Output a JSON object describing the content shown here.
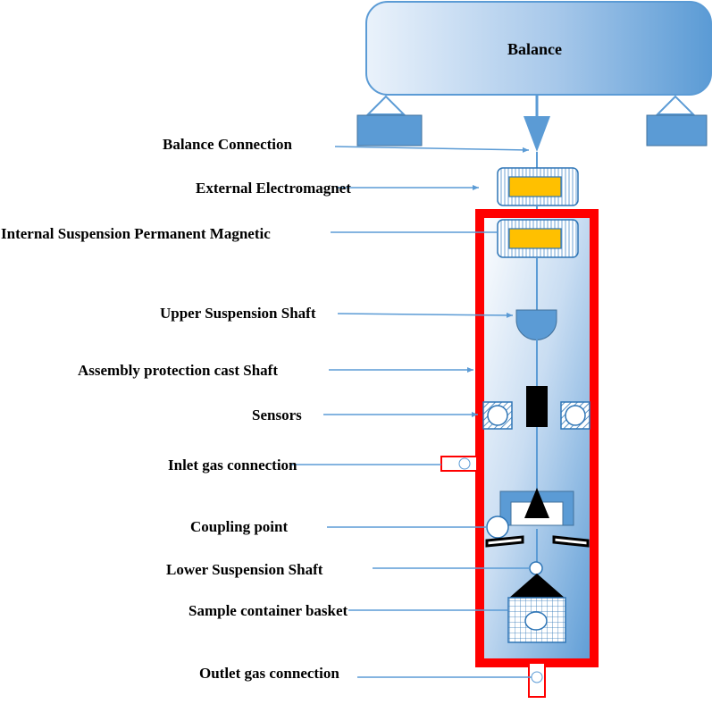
{
  "balance": {
    "label": "Balance"
  },
  "labels": [
    {
      "key": "balance_connection",
      "text": "Balance Connection"
    },
    {
      "key": "external_electromagnet",
      "text": "External Electromagnet"
    },
    {
      "key": "internal_magnet",
      "text": "Internal Suspension Permanent Magnetic"
    },
    {
      "key": "upper_shaft",
      "text": "Upper Suspension Shaft"
    },
    {
      "key": "protection_cast",
      "text": "Assembly protection cast  Shaft"
    },
    {
      "key": "sensors",
      "text": "Sensors"
    },
    {
      "key": "inlet_gas",
      "text": "Inlet gas connection"
    },
    {
      "key": "coupling_point",
      "text": "Coupling point"
    },
    {
      "key": "lower_shaft",
      "text": "Lower Suspension Shaft"
    },
    {
      "key": "sample_basket",
      "text": "Sample container basket"
    },
    {
      "key": "outlet_gas",
      "text": "Outlet  gas connection"
    }
  ],
  "colors": {
    "balance_light": "#e8f1fa",
    "balance_dark": "#5b9bd5",
    "line": "#5b9bd5",
    "frame": "#ff0000",
    "magnet": "#ffc000",
    "dark": "#000000",
    "hatch": "#2e75b6"
  }
}
